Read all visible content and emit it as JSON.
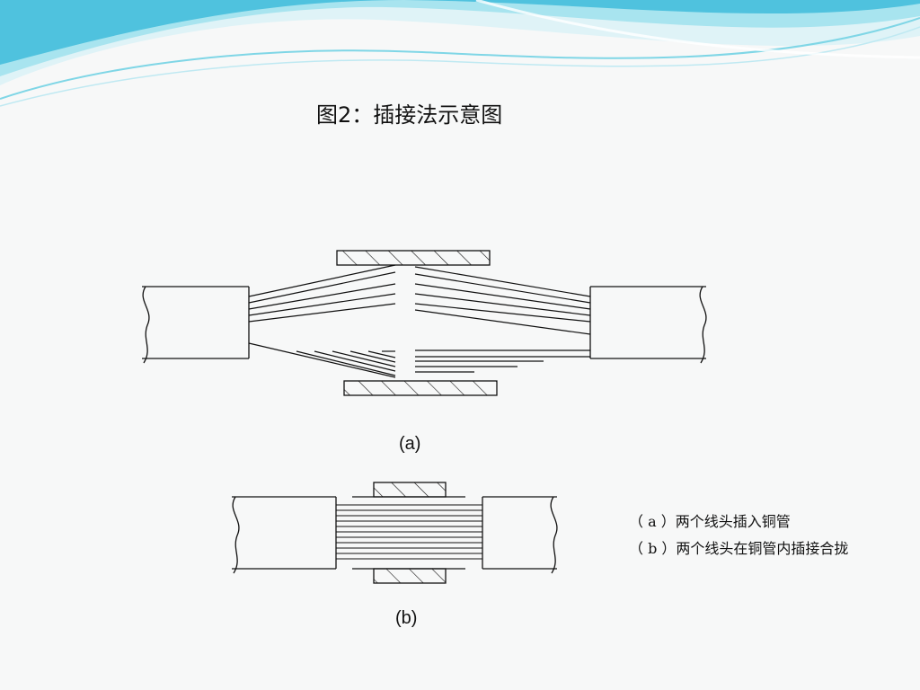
{
  "title": "图2：插接法示意图",
  "captions": {
    "a": "(a)",
    "b": "(b)"
  },
  "legend": [
    "（ a ）两个线头插入铜管",
    "（ b ）两个线头在铜管内插接合拢"
  ],
  "theme": {
    "background": "#f7f8f8",
    "wave_light": "#d9f1f6",
    "wave_mid": "#7fd6e6",
    "wave_dark": "#36b6d8",
    "line": "#111111"
  }
}
